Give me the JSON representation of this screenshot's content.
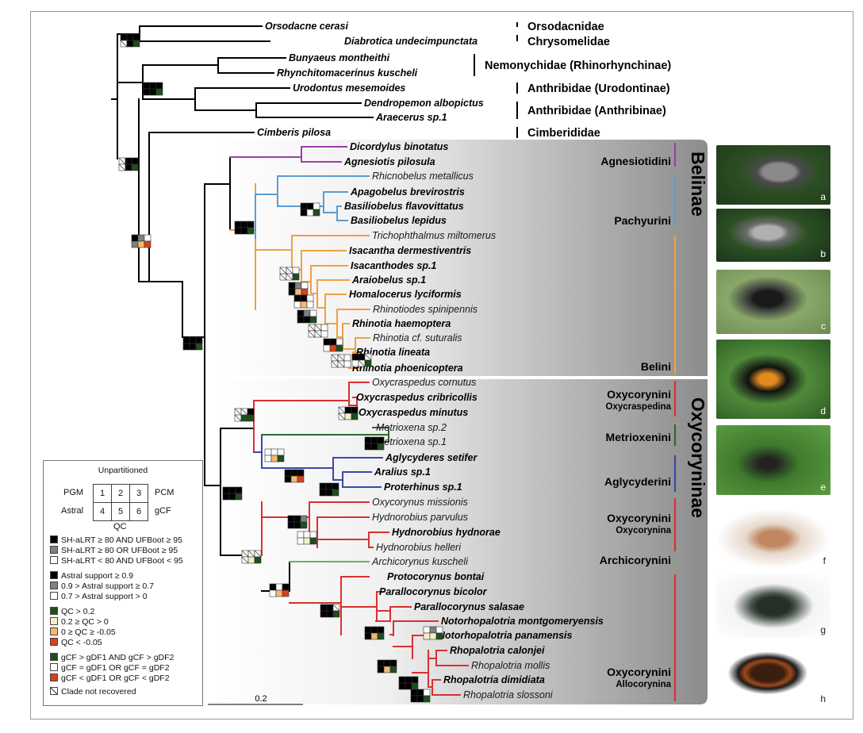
{
  "families": [
    {
      "id": "orsodacnidae",
      "label": "Orsodacnidae"
    },
    {
      "id": "chrysomelidae",
      "label": "Chrysomelidae"
    },
    {
      "id": "nemonychidae",
      "label": "Nemonychidae (Rhinorhynchinae)"
    },
    {
      "id": "urodontinae",
      "label": "Anthribidae (Urodontinae)"
    },
    {
      "id": "anthribinae",
      "label": "Anthribidae (Anthribinae)"
    },
    {
      "id": "cimberididae",
      "label": "Cimberididae"
    }
  ],
  "subfamilies": [
    {
      "id": "belinae",
      "label": "Belinae"
    },
    {
      "id": "oxycoryninae",
      "label": "Oxycoryninae"
    }
  ],
  "tribes": [
    {
      "id": "agnesiotidini",
      "label": "Agnesiotidini",
      "color": "#9b3fa6"
    },
    {
      "id": "pachyurini",
      "label": "Pachyurini",
      "color": "#5b9bd5"
    },
    {
      "id": "belini",
      "label": "Belini",
      "color": "#f0a040"
    },
    {
      "id": "oxycrasp",
      "label": "Oxycorynini",
      "sublabel": "Oxycraspedina",
      "color": "#d93030"
    },
    {
      "id": "metrioxenini",
      "label": "Metrioxenini",
      "color": "#2e6b2e"
    },
    {
      "id": "aglycyderini",
      "label": "Aglycyderini",
      "color": "#3a49a8"
    },
    {
      "id": "oxycorynina",
      "label": "Oxycorynini",
      "sublabel": "Oxycorynina",
      "color": "#d93030"
    },
    {
      "id": "archicorynini",
      "label": "Archicorynini",
      "color": "#5cb85c"
    },
    {
      "id": "allocorynina",
      "label": "Oxycorynini",
      "sublabel": "Allocorynina",
      "color": "#d93030"
    }
  ],
  "taxa": [
    {
      "id": "t0",
      "name": "Orsodacne cerasi",
      "bold": true
    },
    {
      "id": "t1",
      "name": "Diabrotica undecimpunctata",
      "bold": true
    },
    {
      "id": "t2",
      "name": "Bunyaeus montheithi",
      "bold": true
    },
    {
      "id": "t3",
      "name": "Rhynchitomacerinus kuscheli",
      "bold": true
    },
    {
      "id": "t4",
      "name": "Urodontus mesemoides",
      "bold": true
    },
    {
      "id": "t5",
      "name": "Dendropemon albopictus",
      "bold": true
    },
    {
      "id": "t6",
      "name": "Araecerus sp.1",
      "bold": true
    },
    {
      "id": "t7",
      "name": "Cimberis pilosa",
      "bold": true
    },
    {
      "id": "t8",
      "name": "Dicordylus binotatus",
      "bold": true
    },
    {
      "id": "t9",
      "name": "Agnesiotis pilosula",
      "bold": true
    },
    {
      "id": "t10",
      "name": "Rhicnobelus metallicus",
      "bold": false
    },
    {
      "id": "t11",
      "name": "Apagobelus brevirostris",
      "bold": true
    },
    {
      "id": "t12",
      "name": "Basiliobelus flavovittatus",
      "bold": true
    },
    {
      "id": "t13",
      "name": "Basiliobelus lepidus",
      "bold": true
    },
    {
      "id": "t14",
      "name": "Trichophthalmus miltomerus",
      "bold": false
    },
    {
      "id": "t15",
      "name": "Isacantha dermestiventris",
      "bold": true
    },
    {
      "id": "t16",
      "name": "Isacanthodes sp.1",
      "bold": true
    },
    {
      "id": "t17",
      "name": "Araiobelus sp.1",
      "bold": true
    },
    {
      "id": "t18",
      "name": "Homalocerus lyciformis",
      "bold": true
    },
    {
      "id": "t19",
      "name": "Rhinotiodes spinipennis",
      "bold": false
    },
    {
      "id": "t20",
      "name": "Rhinotia haemoptera",
      "bold": true
    },
    {
      "id": "t21",
      "name": "Rhinotia cf. suturalis",
      "bold": false
    },
    {
      "id": "t22",
      "name": "Rhinotia lineata",
      "bold": true
    },
    {
      "id": "t23",
      "name": "Rhinotia phoenicoptera",
      "bold": true
    },
    {
      "id": "t24",
      "name": "Oxycraspedus cornutus",
      "bold": false
    },
    {
      "id": "t25",
      "name": "Oxycraspedus cribricollis",
      "bold": true
    },
    {
      "id": "t26",
      "name": "Oxycraspedus minutus",
      "bold": true
    },
    {
      "id": "t27",
      "name": "Metrioxena sp.2",
      "bold": false
    },
    {
      "id": "t28",
      "name": "Metrioxena sp.1",
      "bold": false
    },
    {
      "id": "t29",
      "name": "Aglycyderes setifer",
      "bold": true
    },
    {
      "id": "t30",
      "name": "Aralius sp.1",
      "bold": true
    },
    {
      "id": "t31",
      "name": "Proterhinus sp.1",
      "bold": true
    },
    {
      "id": "t32",
      "name": "Oxycorynus missionis",
      "bold": false
    },
    {
      "id": "t33",
      "name": "Hydnorobius parvulus",
      "bold": false
    },
    {
      "id": "t34",
      "name": "Hydnorobius hydnorae",
      "bold": true
    },
    {
      "id": "t35",
      "name": "Hydnorobius helleri",
      "bold": false
    },
    {
      "id": "t36",
      "name": "Archicorynus kuscheli",
      "bold": false
    },
    {
      "id": "t37",
      "name": "Protocorynus bontai",
      "bold": true
    },
    {
      "id": "t38",
      "name": "Parallocorynus bicolor",
      "bold": true
    },
    {
      "id": "t39",
      "name": "Parallocorynus salasae",
      "bold": true
    },
    {
      "id": "t40",
      "name": "Notorhopalotria montgomeryensis",
      "bold": true
    },
    {
      "id": "t41",
      "name": "Notorhopalotria panamensis",
      "bold": true
    },
    {
      "id": "t42",
      "name": "Rhopalotria calonjei",
      "bold": true
    },
    {
      "id": "t43",
      "name": "Rhopalotria mollis",
      "bold": false
    },
    {
      "id": "t44",
      "name": "Rhopalotria dimidiata",
      "bold": true
    },
    {
      "id": "t45",
      "name": "Rhopalotria slossoni",
      "bold": false
    }
  ],
  "photos": [
    {
      "id": "a",
      "label": "a"
    },
    {
      "id": "b",
      "label": "b"
    },
    {
      "id": "c",
      "label": "c"
    },
    {
      "id": "d",
      "label": "d"
    },
    {
      "id": "e",
      "label": "e"
    },
    {
      "id": "f",
      "label": "f"
    },
    {
      "id": "g",
      "label": "g"
    },
    {
      "id": "h",
      "label": "h"
    }
  ],
  "scale_bar": {
    "label": "0.2",
    "value": 0.2
  },
  "support_colors": {
    "black": "#000000",
    "grey": "#808080",
    "white": "#ffffff",
    "dkgreen": "#1e4d1e",
    "pale": "#f3f0c8",
    "orange": "#f3b877",
    "red": "#d6401f",
    "notrec": "notrec"
  },
  "legend": {
    "title": "Unpartitioned",
    "cells": [
      "1",
      "2",
      "3",
      "4",
      "5",
      "6"
    ],
    "pgm": "PGM",
    "pcm": "PCM",
    "astral": "Astral",
    "gcf": "gCF",
    "qc": "QC",
    "items": [
      {
        "color": "#000000",
        "text": "SH-aLRT ≥ 80 AND UFBoot ≥ 95"
      },
      {
        "color": "#808080",
        "text": "SH-aLRT ≥ 80 OR UFBoot ≥ 95"
      },
      {
        "color": "#ffffff",
        "text": "SH-aLRT < 80 AND UFBoot < 95"
      },
      {
        "color": "#000000",
        "text": "Astral support ≥ 0.9"
      },
      {
        "color": "#808080",
        "text": "0.9 > Astral support ≥ 0.7"
      },
      {
        "color": "#ffffff",
        "text": "0.7 > Astral support > 0"
      },
      {
        "color": "#1e4d1e",
        "text": "QC > 0.2"
      },
      {
        "color": "#f3f0c8",
        "text": "0.2 ≥ QC > 0"
      },
      {
        "color": "#f3b877",
        "text": "0 ≥ QC ≥ -0.05"
      },
      {
        "color": "#d6401f",
        "text": "QC < -0.05"
      },
      {
        "color": "#1e4d1e",
        "text": "gCF > gDF1 AND gCF > gDF2"
      },
      {
        "color": "#ffffff",
        "text": "gCF = gDF1 OR gCF = gDF2"
      },
      {
        "color": "#d6401f",
        "text": "gCF < gDF1 OR gCF < gDF2"
      },
      {
        "color": "notrec",
        "text": "Clade not recovered"
      }
    ]
  }
}
